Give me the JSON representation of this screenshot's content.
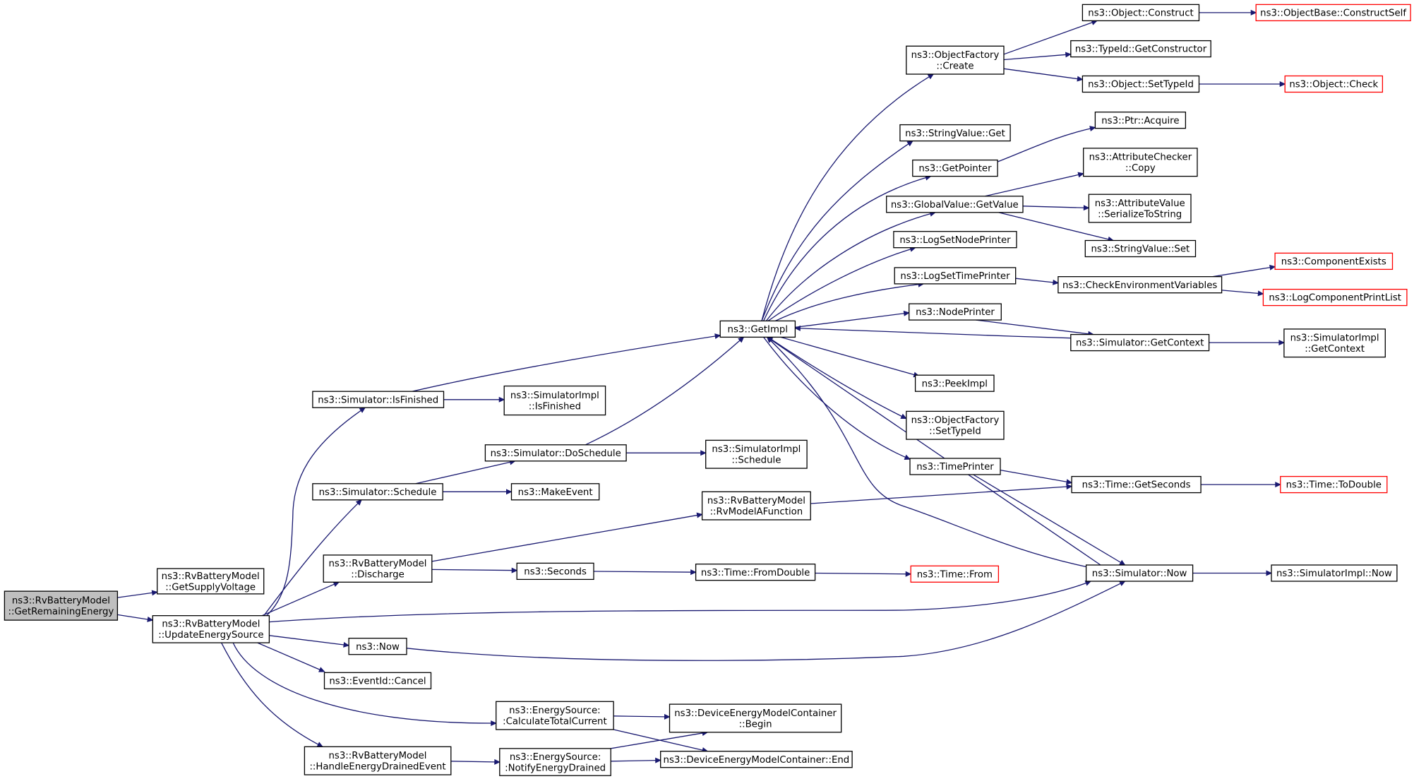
{
  "nodes": [
    {
      "id": "root",
      "label": [
        "ns3::RvBatteryModel",
        "::GetRemainingEnergy"
      ],
      "root": true
    },
    {
      "id": "getsupply",
      "label": [
        "ns3::RvBatteryModel",
        "::GetSupplyVoltage"
      ]
    },
    {
      "id": "update",
      "label": [
        "ns3::RvBatteryModel",
        "::UpdateEnergySource"
      ]
    },
    {
      "id": "isfinished",
      "label": [
        "ns3::Simulator::IsFinished"
      ]
    },
    {
      "id": "schedule",
      "label": [
        "ns3::Simulator::Schedule"
      ]
    },
    {
      "id": "discharge",
      "label": [
        "ns3::RvBatteryModel",
        "::Discharge"
      ]
    },
    {
      "id": "now3",
      "label": [
        "ns3::Now"
      ]
    },
    {
      "id": "cancel",
      "label": [
        "ns3::EventId::Cancel"
      ]
    },
    {
      "id": "calctotal",
      "label": [
        "ns3::EnergySource:",
        ":CalculateTotalCurrent"
      ]
    },
    {
      "id": "handledrained",
      "label": [
        "ns3::RvBatteryModel",
        "::HandleEnergyDrainedEvent"
      ]
    },
    {
      "id": "simimplisfinished",
      "label": [
        "ns3::SimulatorImpl",
        "::IsFinished"
      ]
    },
    {
      "id": "doschedule",
      "label": [
        "ns3::Simulator::DoSchedule"
      ]
    },
    {
      "id": "makeevent",
      "label": [
        "ns3::MakeEvent"
      ]
    },
    {
      "id": "rvmodela",
      "label": [
        "ns3::RvBatteryModel",
        "::RvModelAFunction"
      ]
    },
    {
      "id": "seconds",
      "label": [
        "ns3::Seconds"
      ]
    },
    {
      "id": "notifydrained",
      "label": [
        "ns3::EnergySource:",
        ":NotifyEnergyDrained"
      ]
    },
    {
      "id": "devbegin",
      "label": [
        "ns3::DeviceEnergyModelContainer",
        "::Begin"
      ]
    },
    {
      "id": "devend",
      "label": [
        "ns3::DeviceEnergyModelContainer::End"
      ]
    },
    {
      "id": "getimpl",
      "label": [
        "ns3::GetImpl"
      ]
    },
    {
      "id": "simimplschedule",
      "label": [
        "ns3::SimulatorImpl",
        "::Schedule"
      ]
    },
    {
      "id": "fromdouble",
      "label": [
        "ns3::Time::FromDouble"
      ]
    },
    {
      "id": "timefrom",
      "label": [
        "ns3::Time::From"
      ],
      "red": true
    },
    {
      "id": "objfactorycreate",
      "label": [
        "ns3::ObjectFactory",
        "::Create"
      ]
    },
    {
      "id": "stringvalueget",
      "label": [
        "ns3::StringValue::Get"
      ]
    },
    {
      "id": "getpointer",
      "label": [
        "ns3::GetPointer"
      ]
    },
    {
      "id": "globalgetvalue",
      "label": [
        "ns3::GlobalValue::GetValue"
      ]
    },
    {
      "id": "logsetnode",
      "label": [
        "ns3::LogSetNodePrinter"
      ]
    },
    {
      "id": "logsettime",
      "label": [
        "ns3::LogSetTimePrinter"
      ]
    },
    {
      "id": "nodeprinter",
      "label": [
        "ns3::NodePrinter"
      ]
    },
    {
      "id": "peekimpl",
      "label": [
        "ns3::PeekImpl"
      ]
    },
    {
      "id": "objfactorysettypeid",
      "label": [
        "ns3::ObjectFactory",
        "::SetTypeId"
      ]
    },
    {
      "id": "timeprinter",
      "label": [
        "ns3::TimePrinter"
      ]
    },
    {
      "id": "objectconstruct",
      "label": [
        "ns3::Object::Construct"
      ]
    },
    {
      "id": "typeidgetctor",
      "label": [
        "ns3::TypeId::GetConstructor"
      ]
    },
    {
      "id": "objectsettypeid",
      "label": [
        "ns3::Object::SetTypeId"
      ]
    },
    {
      "id": "ptracquire",
      "label": [
        "ns3::Ptr::Acquire"
      ]
    },
    {
      "id": "attrcheckercopy",
      "label": [
        "ns3::AttributeChecker",
        "::Copy"
      ]
    },
    {
      "id": "attrvalueser",
      "label": [
        "ns3::AttributeValue",
        "::SerializeToString"
      ]
    },
    {
      "id": "stringvalueset",
      "label": [
        "ns3::StringValue::Set"
      ]
    },
    {
      "id": "checkenv",
      "label": [
        "ns3::CheckEnvironmentVariables"
      ]
    },
    {
      "id": "simgetcontext",
      "label": [
        "ns3::Simulator::GetContext"
      ]
    },
    {
      "id": "timegetseconds",
      "label": [
        "ns3::Time::GetSeconds"
      ]
    },
    {
      "id": "simnow",
      "label": [
        "ns3::Simulator::Now"
      ]
    },
    {
      "id": "objbaseconstructself",
      "label": [
        "ns3::ObjectBase::ConstructSelf"
      ],
      "red": true
    },
    {
      "id": "objectcheck",
      "label": [
        "ns3::Object::Check"
      ],
      "red": true
    },
    {
      "id": "componentexists",
      "label": [
        "ns3::ComponentExists"
      ],
      "red": true
    },
    {
      "id": "logcomponentprintlist",
      "label": [
        "ns3::LogComponentPrintList"
      ],
      "red": true
    },
    {
      "id": "simimplgetcontext",
      "label": [
        "ns3::SimulatorImpl",
        "::GetContext"
      ]
    },
    {
      "id": "timetodouble",
      "label": [
        "ns3::Time::ToDouble"
      ],
      "red": true
    },
    {
      "id": "simimplnow",
      "label": [
        "ns3::SimulatorImpl::Now"
      ]
    }
  ],
  "edges": [
    [
      "root",
      "getsupply"
    ],
    [
      "root",
      "update"
    ],
    [
      "update",
      "isfinished"
    ],
    [
      "update",
      "schedule"
    ],
    [
      "update",
      "discharge"
    ],
    [
      "update",
      "simnow"
    ],
    [
      "update",
      "now3"
    ],
    [
      "update",
      "cancel"
    ],
    [
      "update",
      "calctotal"
    ],
    [
      "update",
      "handledrained"
    ],
    [
      "isfinished",
      "getimpl"
    ],
    [
      "isfinished",
      "simimplisfinished"
    ],
    [
      "schedule",
      "doschedule"
    ],
    [
      "schedule",
      "makeevent"
    ],
    [
      "doschedule",
      "getimpl"
    ],
    [
      "doschedule",
      "simimplschedule"
    ],
    [
      "discharge",
      "rvmodela"
    ],
    [
      "discharge",
      "seconds"
    ],
    [
      "rvmodela",
      "timegetseconds"
    ],
    [
      "seconds",
      "fromdouble"
    ],
    [
      "fromdouble",
      "timefrom"
    ],
    [
      "now3",
      "simnow"
    ],
    [
      "calctotal",
      "devbegin"
    ],
    [
      "calctotal",
      "devend"
    ],
    [
      "handledrained",
      "notifydrained"
    ],
    [
      "notifydrained",
      "devbegin"
    ],
    [
      "notifydrained",
      "devend"
    ],
    [
      "getimpl",
      "objfactorycreate"
    ],
    [
      "getimpl",
      "stringvalueget"
    ],
    [
      "getimpl",
      "getpointer"
    ],
    [
      "getimpl",
      "globalgetvalue"
    ],
    [
      "getimpl",
      "logsetnode"
    ],
    [
      "getimpl",
      "logsettime"
    ],
    [
      "getimpl",
      "nodeprinter"
    ],
    [
      "getimpl",
      "peekimpl"
    ],
    [
      "getimpl",
      "objfactorysettypeid"
    ],
    [
      "getimpl",
      "timeprinter"
    ],
    [
      "objfactorycreate",
      "objectconstruct"
    ],
    [
      "objfactorycreate",
      "typeidgetctor"
    ],
    [
      "objfactorycreate",
      "objectsettypeid"
    ],
    [
      "objectconstruct",
      "objbaseconstructself"
    ],
    [
      "objectsettypeid",
      "objectcheck"
    ],
    [
      "getpointer",
      "ptracquire"
    ],
    [
      "globalgetvalue",
      "attrcheckercopy"
    ],
    [
      "globalgetvalue",
      "attrvalueser"
    ],
    [
      "globalgetvalue",
      "stringvalueset"
    ],
    [
      "logsettime",
      "checkenv"
    ],
    [
      "checkenv",
      "componentexists"
    ],
    [
      "checkenv",
      "logcomponentprintlist"
    ],
    [
      "nodeprinter",
      "simgetcontext"
    ],
    [
      "simgetcontext",
      "getimpl"
    ],
    [
      "simgetcontext",
      "simimplgetcontext"
    ],
    [
      "timeprinter",
      "timegetseconds"
    ],
    [
      "timeprinter",
      "simnow"
    ],
    [
      "timegetseconds",
      "timetodouble"
    ],
    [
      "simnow",
      "getimpl"
    ],
    [
      "simnow",
      "simimplnow"
    ]
  ]
}
